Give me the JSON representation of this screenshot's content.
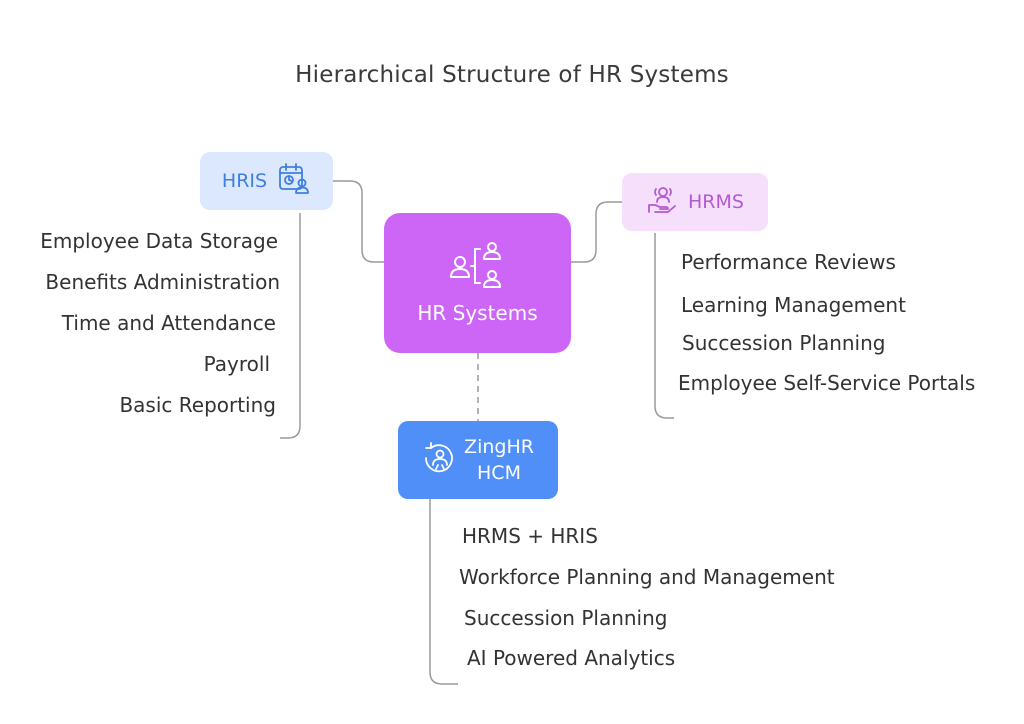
{
  "title": "Hierarchical Structure of HR Systems",
  "colors": {
    "center": "#cd66f7",
    "hris": "#dbe8fd",
    "hrms": "#f5dffb",
    "zinghr": "#4f8ff7",
    "connector": "#9a9a9a"
  },
  "center": {
    "label": "HR Systems",
    "icon": "org-chart-people-icon"
  },
  "hris": {
    "label": "HRIS",
    "icon": "calendar-person-icon",
    "items": [
      "Employee Data Storage",
      "Benefits Administration",
      "Time and Attendance",
      "Payroll",
      "Basic Reporting"
    ]
  },
  "hrms": {
    "label": "HRMS",
    "icon": "hand-holding-person-icon",
    "items": [
      "Performance Reviews",
      "Learning Management",
      "Succession Planning",
      "Employee Self-Service Portals"
    ]
  },
  "zinghr": {
    "label": "ZingHR\nHCM",
    "icon": "person-refresh-icon",
    "items": [
      "HRMS + HRIS",
      "Workforce Planning and Management",
      "Succession Planning",
      "AI Powered Analytics"
    ]
  }
}
